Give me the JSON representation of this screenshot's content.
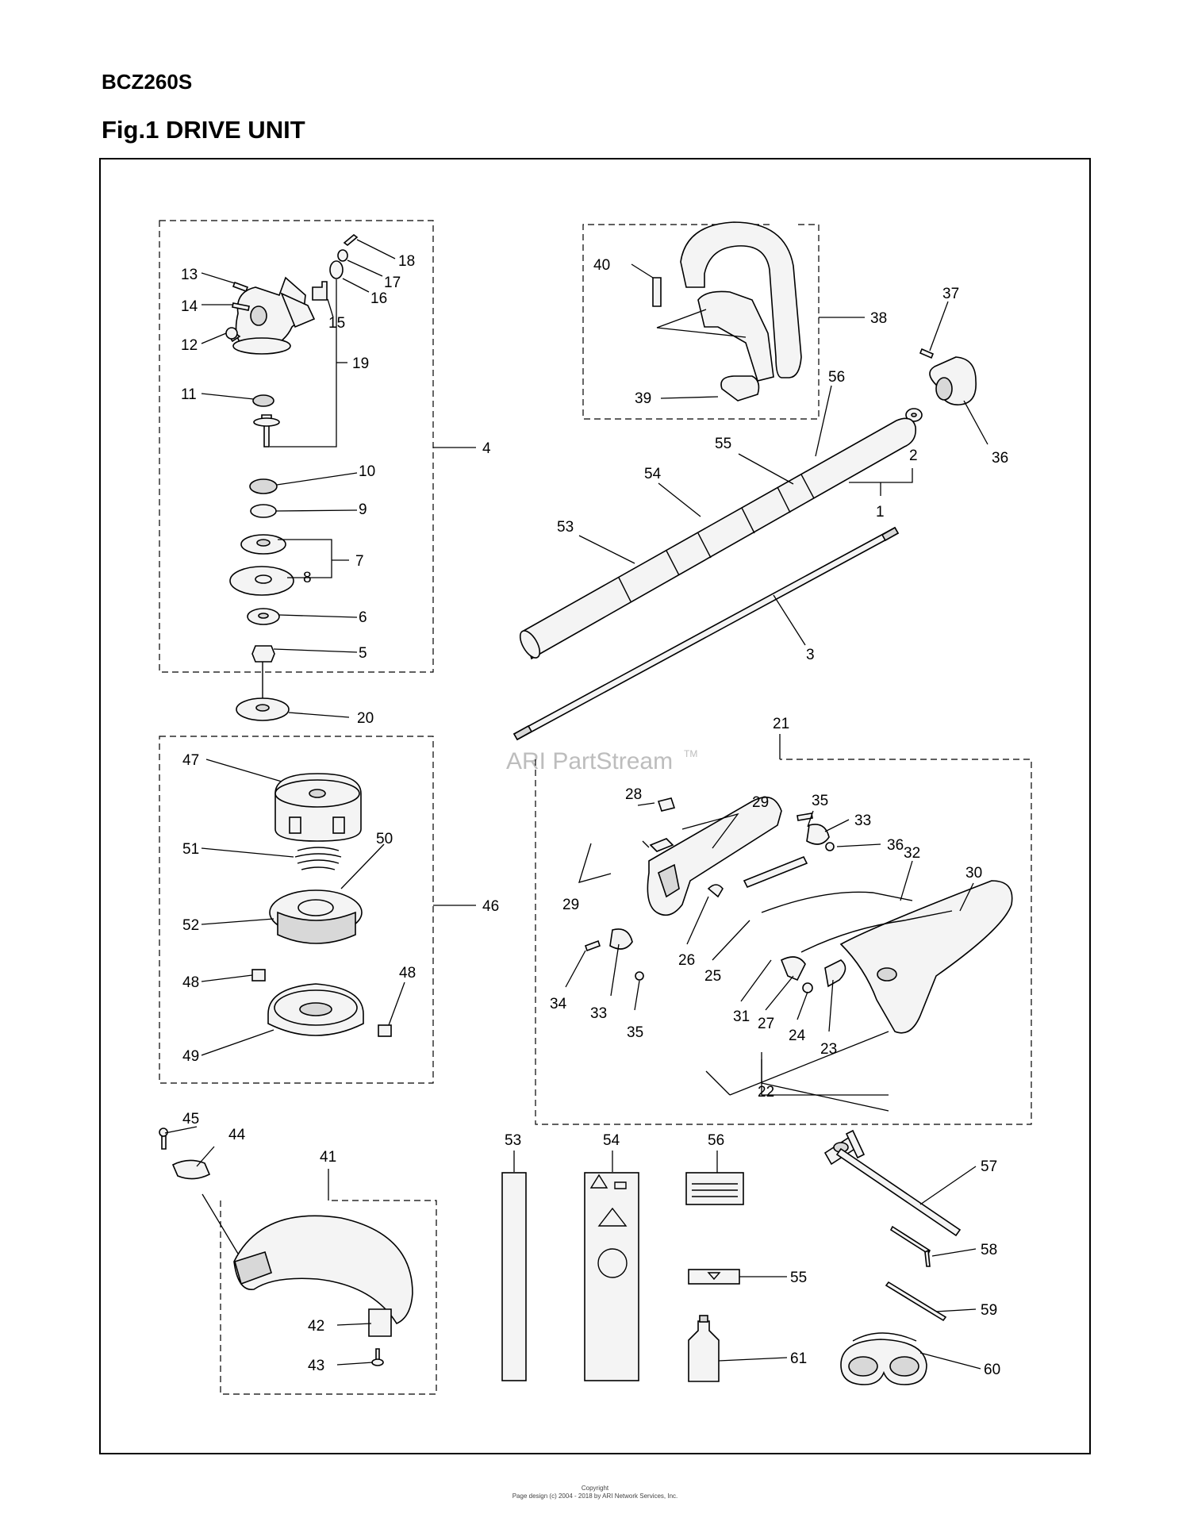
{
  "header": {
    "model": "BCZ260S",
    "figure_title": "Fig.1 DRIVE UNIT"
  },
  "watermark": {
    "text": "ARI PartStream",
    "tm": "TM"
  },
  "callouts": {
    "c1": "1",
    "c2": "2",
    "c3": "3",
    "c4": "4",
    "c5": "5",
    "c6": "6",
    "c7": "7",
    "c8": "8",
    "c9": "9",
    "c10": "10",
    "c11": "11",
    "c12": "12",
    "c13": "13",
    "c14": "14",
    "c15": "15",
    "c16": "16",
    "c17": "17",
    "c18": "18",
    "c19": "19",
    "c20": "20",
    "c21": "21",
    "c22": "22",
    "c23": "23",
    "c24": "24",
    "c25": "25",
    "c26": "26",
    "c27": "27",
    "c28": "28",
    "c29": "29",
    "c30": "30",
    "c31": "31",
    "c32": "32",
    "c33": "33",
    "c34": "34",
    "c35": "35",
    "c36": "36",
    "c37": "37",
    "c38": "38",
    "c39": "39",
    "c40": "40",
    "c41": "41",
    "c42": "42",
    "c43": "43",
    "c44": "44",
    "c45": "45",
    "c46": "46",
    "c47": "47",
    "c48": "48",
    "c49": "49",
    "c50": "50",
    "c51": "51",
    "c52": "52",
    "c53": "53",
    "c54": "54",
    "c55": "55",
    "c56": "56",
    "c57": "57",
    "c58": "58",
    "c59": "59",
    "c60": "60",
    "c61": "61"
  },
  "footer": {
    "line1": "Copyright",
    "line2": "Page design (c) 2004 - 2018 by ARI Network Services, Inc."
  }
}
